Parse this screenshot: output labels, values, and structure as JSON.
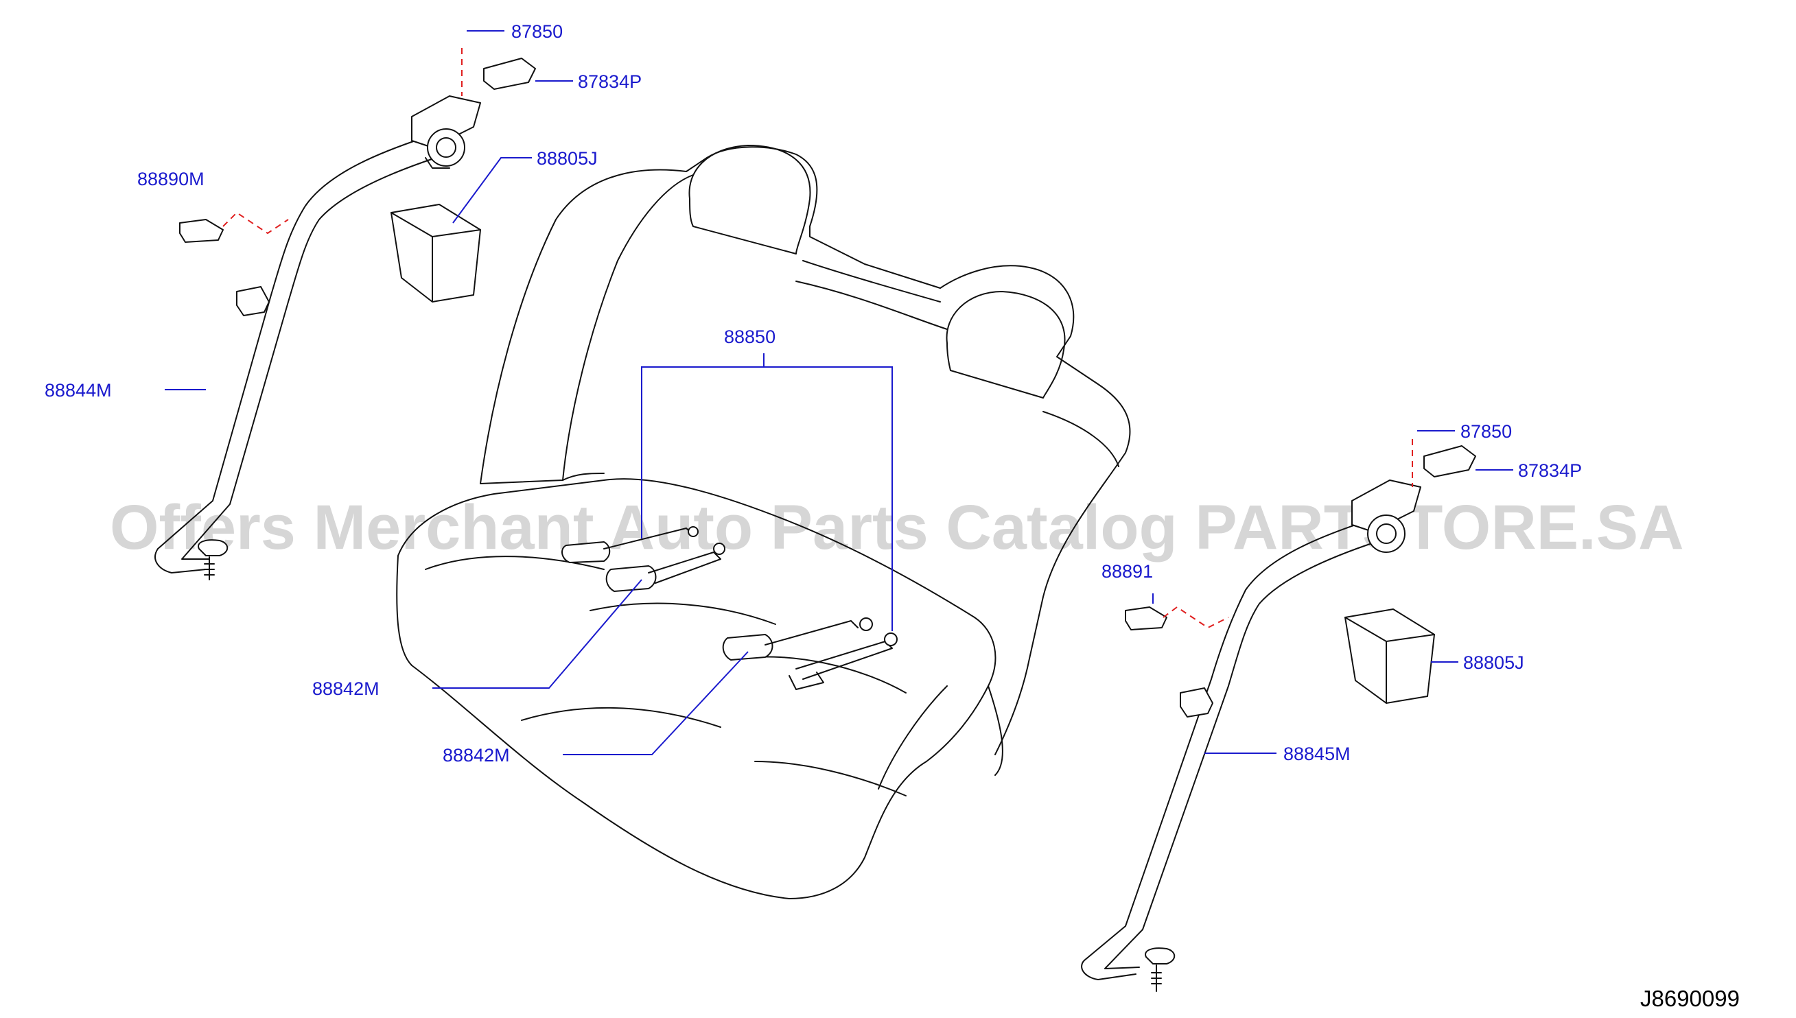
{
  "diagram": {
    "drawing_id": "J8690099",
    "watermark": "Offers Merchant Auto Parts Catalog PARTSTORE.SA",
    "colors": {
      "label": "#1a1acd",
      "leader": "#1a1acd",
      "dashed_link": "#e02020",
      "outline": "#111111",
      "watermark": "#c8c8c8"
    },
    "labels": {
      "left_87850": "87850",
      "left_87834p": "87834P",
      "left_88890m": "88890M",
      "left_88805j": "88805J",
      "left_88844m": "88844M",
      "center_88850": "88850",
      "center_88842m_a": "88842M",
      "center_88842m_b": "88842M",
      "right_87850": "87850",
      "right_87834p": "87834P",
      "right_88891": "88891",
      "right_88805j": "88805J",
      "right_88845m": "88845M"
    }
  }
}
